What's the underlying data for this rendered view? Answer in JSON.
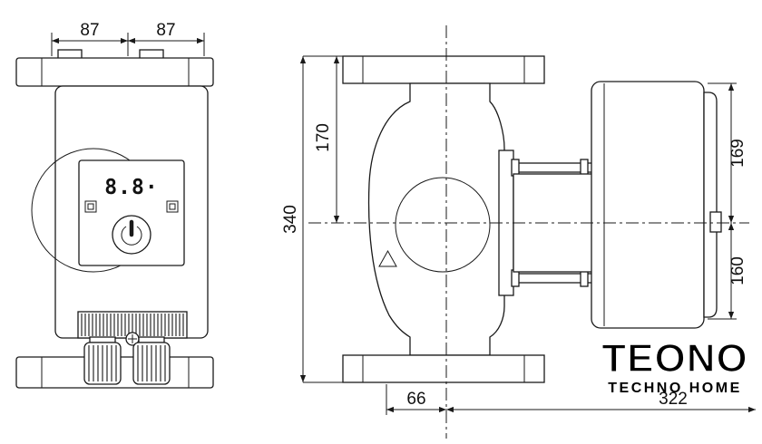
{
  "drawing": {
    "front_view": {
      "dim_left": "87",
      "dim_right": "87",
      "display_value": "8.8·"
    },
    "side_view": {
      "height_total": "340",
      "height_top": "170",
      "right_top": "169",
      "right_bottom": "160",
      "bottom_left": "66",
      "bottom_right": "322"
    },
    "logo": {
      "brand": "TEONO",
      "subtitle": "TECHNO HOME"
    }
  }
}
